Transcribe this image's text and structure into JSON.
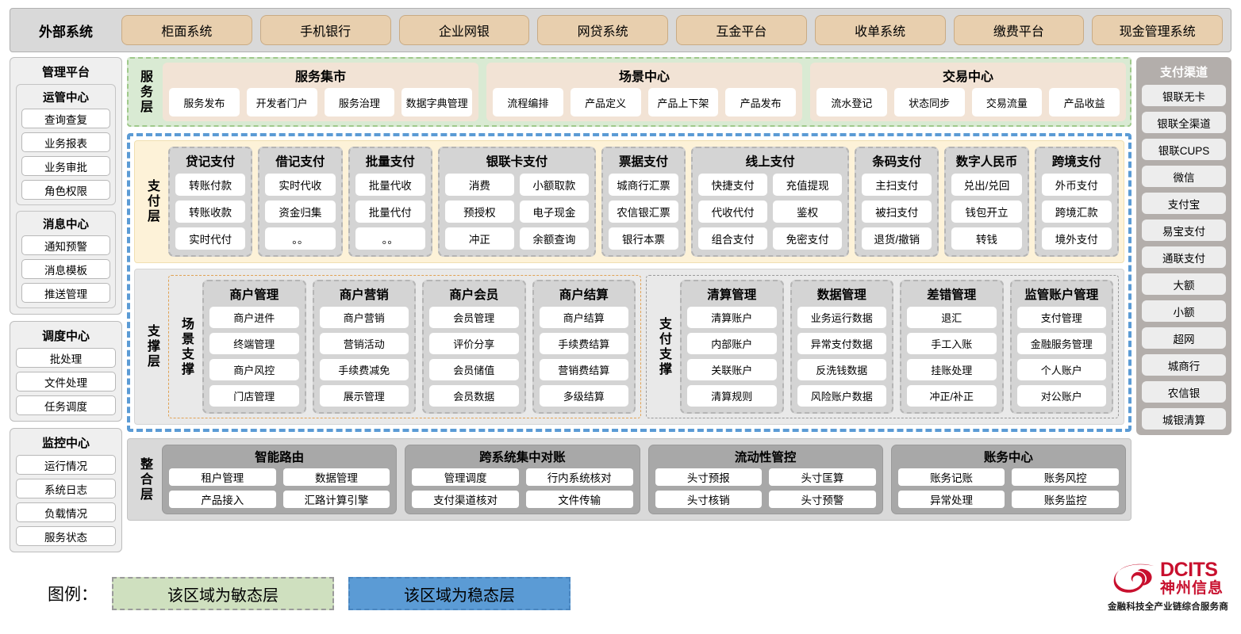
{
  "external": {
    "title": "外部系统",
    "items": [
      "柜面系统",
      "手机银行",
      "企业网银",
      "网贷系统",
      "互金平台",
      "收单系统",
      "缴费平台",
      "现金管理系统"
    ]
  },
  "left": {
    "platform_title": "管理平台",
    "groups": [
      {
        "title": "运管中心",
        "items": [
          "查询查复",
          "业务报表",
          "业务审批",
          "角色权限"
        ]
      },
      {
        "title": "消息中心",
        "items": [
          "通知预警",
          "消息模板",
          "推送管理"
        ]
      }
    ],
    "standalone": [
      {
        "title": "调度中心",
        "items": [
          "批处理",
          "文件处理",
          "任务调度"
        ]
      },
      {
        "title": "监控中心",
        "items": [
          "运行情况",
          "系统日志",
          "负载情况",
          "服务状态"
        ]
      }
    ]
  },
  "right": {
    "title": "支付渠道",
    "items": [
      "银联无卡",
      "银联全渠道",
      "银联CUPS",
      "微信",
      "支付宝",
      "易宝支付",
      "通联支付",
      "大额",
      "小额",
      "超网",
      "城商行",
      "农信银",
      "城银清算"
    ]
  },
  "service_layer": {
    "label": "服务层",
    "groups": [
      {
        "title": "服务集市",
        "items": [
          "服务发布",
          "开发者门户",
          "服务治理",
          "数据字典管理"
        ]
      },
      {
        "title": "场景中心",
        "items": [
          "流程编排",
          "产品定义",
          "产品上下架",
          "产品发布"
        ]
      },
      {
        "title": "交易中心",
        "items": [
          "流水登记",
          "状态同步",
          "交易流量",
          "产品收益"
        ]
      }
    ]
  },
  "pay_layer": {
    "label": "支付层",
    "groups": [
      {
        "title": "贷记支付",
        "columns": [
          [
            "转账付款",
            "转账收款",
            "实时代付"
          ]
        ]
      },
      {
        "title": "借记支付",
        "columns": [
          [
            "实时代收",
            "资金归集",
            "。。"
          ]
        ]
      },
      {
        "title": "批量支付",
        "columns": [
          [
            "批量代收",
            "批量代付",
            "。。"
          ]
        ]
      },
      {
        "title": "银联卡支付",
        "columns": [
          [
            "消费",
            "预授权",
            "冲正"
          ],
          [
            "小额取款",
            "电子现金",
            "余额查询"
          ]
        ]
      },
      {
        "title": "票据支付",
        "columns": [
          [
            "城商行汇票",
            "农信银汇票",
            "银行本票"
          ]
        ]
      },
      {
        "title": "线上支付",
        "columns": [
          [
            "快捷支付",
            "代收代付",
            "组合支付"
          ],
          [
            "充值提现",
            "鉴权",
            "免密支付"
          ]
        ]
      },
      {
        "title": "条码支付",
        "columns": [
          [
            "主扫支付",
            "被扫支付",
            "退货/撤销"
          ]
        ]
      },
      {
        "title": "数字人民币",
        "columns": [
          [
            "兑出/兑回",
            "钱包开立",
            "转钱"
          ]
        ]
      },
      {
        "title": "跨境支付",
        "columns": [
          [
            "外币支付",
            "跨境汇款",
            "境外支付"
          ]
        ]
      }
    ]
  },
  "support_layer": {
    "label": "支撑层",
    "scene": {
      "label": "场景支撑",
      "groups": [
        {
          "title": "商户管理",
          "items": [
            "商户进件",
            "终端管理",
            "商户风控",
            "门店管理"
          ]
        },
        {
          "title": "商户营销",
          "items": [
            "商户营销",
            "营销活动",
            "手续费减免",
            "展示管理"
          ]
        },
        {
          "title": "商户会员",
          "items": [
            "会员管理",
            "评价分享",
            "会员储值",
            "会员数据"
          ]
        },
        {
          "title": "商户结算",
          "items": [
            "商户结算",
            "手续费结算",
            "营销费结算",
            "多级结算"
          ]
        }
      ]
    },
    "paysup": {
      "label": "支付支撑",
      "groups": [
        {
          "title": "清算管理",
          "items": [
            "清算账户",
            "内部账户",
            "关联账户",
            "清算规则"
          ]
        },
        {
          "title": "数据管理",
          "items": [
            "业务运行数据",
            "异常支付数据",
            "反洗钱数据",
            "风险账户数据"
          ]
        },
        {
          "title": "差错管理",
          "items": [
            "退汇",
            "手工入账",
            "挂账处理",
            "冲正/补正"
          ]
        },
        {
          "title": "监管账户管理",
          "items": [
            "支付管理",
            "金融服务管理",
            "个人账户",
            "对公账户"
          ]
        }
      ]
    }
  },
  "integration_layer": {
    "label": "整合层",
    "groups": [
      {
        "title": "智能路由",
        "rows": [
          [
            "租户管理",
            "数据管理"
          ],
          [
            "产品接入",
            "汇路计算引擎"
          ]
        ]
      },
      {
        "title": "跨系统集中对账",
        "rows": [
          [
            "管理调度",
            "行内系统核对"
          ],
          [
            "支付渠道核对",
            "文件传输"
          ]
        ]
      },
      {
        "title": "流动性管控",
        "rows": [
          [
            "头寸预报",
            "头寸匡算"
          ],
          [
            "头寸核销",
            "头寸预警"
          ]
        ]
      },
      {
        "title": "账务中心",
        "rows": [
          [
            "账务记账",
            "账务风控"
          ],
          [
            "异常处理",
            "账务监控"
          ]
        ]
      }
    ]
  },
  "legend": {
    "label": "图例：",
    "agile": "该区域为敏态层",
    "stable": "该区域为稳态层"
  },
  "logo": {
    "en": "DCITS",
    "cn": "神州信息",
    "tagline": "金融科技全产业链综合服务商"
  },
  "colors": {
    "agile_green": "#d9ead3",
    "stable_blue": "#5b9bd5",
    "pay_cream": "#fdf2d8",
    "external_tan": "#e8cfae",
    "brand_red": "#c8102e"
  }
}
